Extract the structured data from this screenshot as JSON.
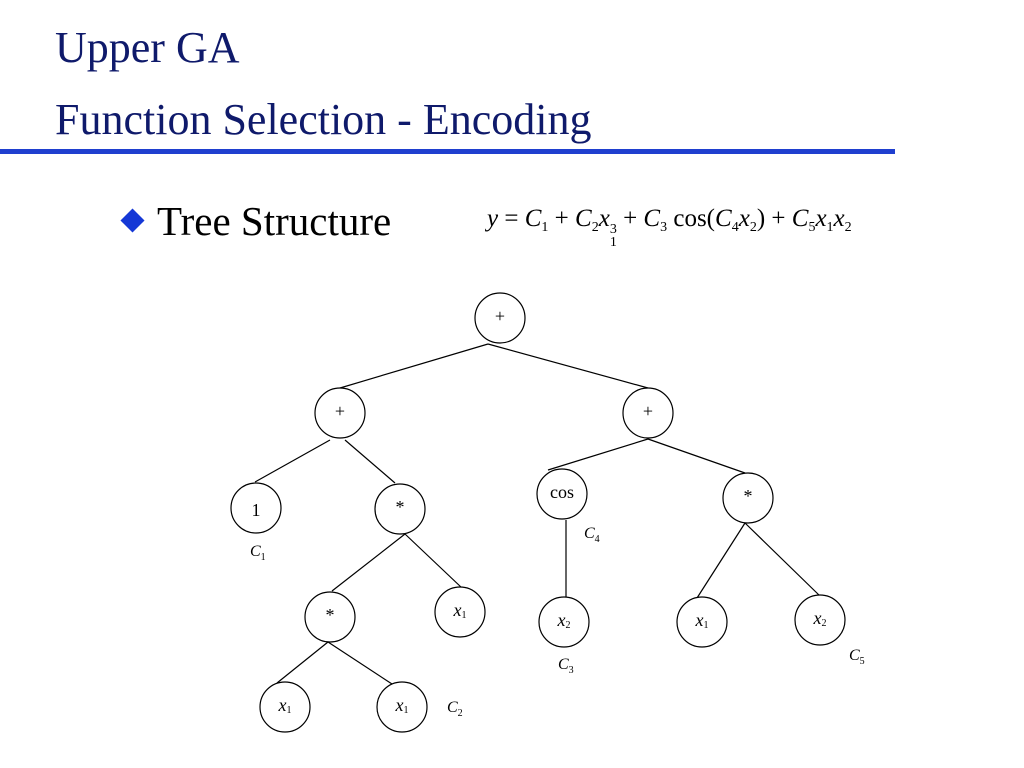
{
  "title": {
    "line1": "Upper GA",
    "line2": "Function Selection - Encoding"
  },
  "colors": {
    "title": "#0f1a6b",
    "rule": "#1f3fcf",
    "bullet": "#1538d6"
  },
  "bullet": {
    "icon": "diamond-bullet-icon",
    "text": "Tree Structure"
  },
  "formula": {
    "lhs": "y",
    "eq": "=",
    "terms": [
      {
        "op": "",
        "parts": [
          {
            "var": "C",
            "sub": "1"
          }
        ]
      },
      {
        "op": "+",
        "parts": [
          {
            "var": "C",
            "sub": "2"
          },
          {
            "var": "x",
            "sub": "1",
            "sup": "3"
          }
        ]
      },
      {
        "op": "+",
        "parts": [
          {
            "var": "C",
            "sub": "3"
          },
          {
            "text": "cos("
          },
          {
            "var": "C",
            "sub": "4"
          },
          {
            "var": "x",
            "sub": "2"
          },
          {
            "text": ")"
          }
        ]
      },
      {
        "op": "+",
        "parts": [
          {
            "var": "C",
            "sub": "5"
          },
          {
            "var": "x",
            "sub": "1"
          },
          {
            "var": "x",
            "sub": "2"
          }
        ]
      }
    ]
  },
  "tree": {
    "nodes": [
      {
        "id": "root",
        "label": "+"
      },
      {
        "id": "plus-left",
        "label": "+"
      },
      {
        "id": "plus-right",
        "label": "+"
      },
      {
        "id": "one",
        "label": "1"
      },
      {
        "id": "mul-a",
        "label": "*"
      },
      {
        "id": "mul-b",
        "label": "*"
      },
      {
        "id": "x1-a",
        "label": "x",
        "sub": "1"
      },
      {
        "id": "x1-b",
        "label": "x",
        "sub": "1"
      },
      {
        "id": "x1-c",
        "label": "x",
        "sub": "1"
      },
      {
        "id": "cos",
        "label": "cos"
      },
      {
        "id": "x2-a",
        "label": "x",
        "sub": "2"
      },
      {
        "id": "mul-c",
        "label": "*"
      },
      {
        "id": "x1-d",
        "label": "x",
        "sub": "1"
      },
      {
        "id": "x2-b",
        "label": "x",
        "sub": "2"
      }
    ],
    "edges": [
      [
        "root",
        "plus-left"
      ],
      [
        "root",
        "plus-right"
      ],
      [
        "plus-left",
        "one"
      ],
      [
        "plus-left",
        "mul-a"
      ],
      [
        "mul-a",
        "mul-b"
      ],
      [
        "mul-a",
        "x1-a"
      ],
      [
        "mul-b",
        "x1-b"
      ],
      [
        "mul-b",
        "x1-c"
      ],
      [
        "plus-right",
        "cos"
      ],
      [
        "plus-right",
        "mul-c"
      ],
      [
        "cos",
        "x2-a"
      ],
      [
        "mul-c",
        "x1-d"
      ],
      [
        "mul-c",
        "x2-b"
      ]
    ],
    "annotations": [
      {
        "id": "ann-c1",
        "var": "C",
        "sub": "1"
      },
      {
        "id": "ann-c2",
        "var": "C",
        "sub": "2"
      },
      {
        "id": "ann-c3",
        "var": "C",
        "sub": "3"
      },
      {
        "id": "ann-c4",
        "var": "C",
        "sub": "4"
      },
      {
        "id": "ann-c5",
        "var": "C",
        "sub": "5"
      }
    ]
  }
}
